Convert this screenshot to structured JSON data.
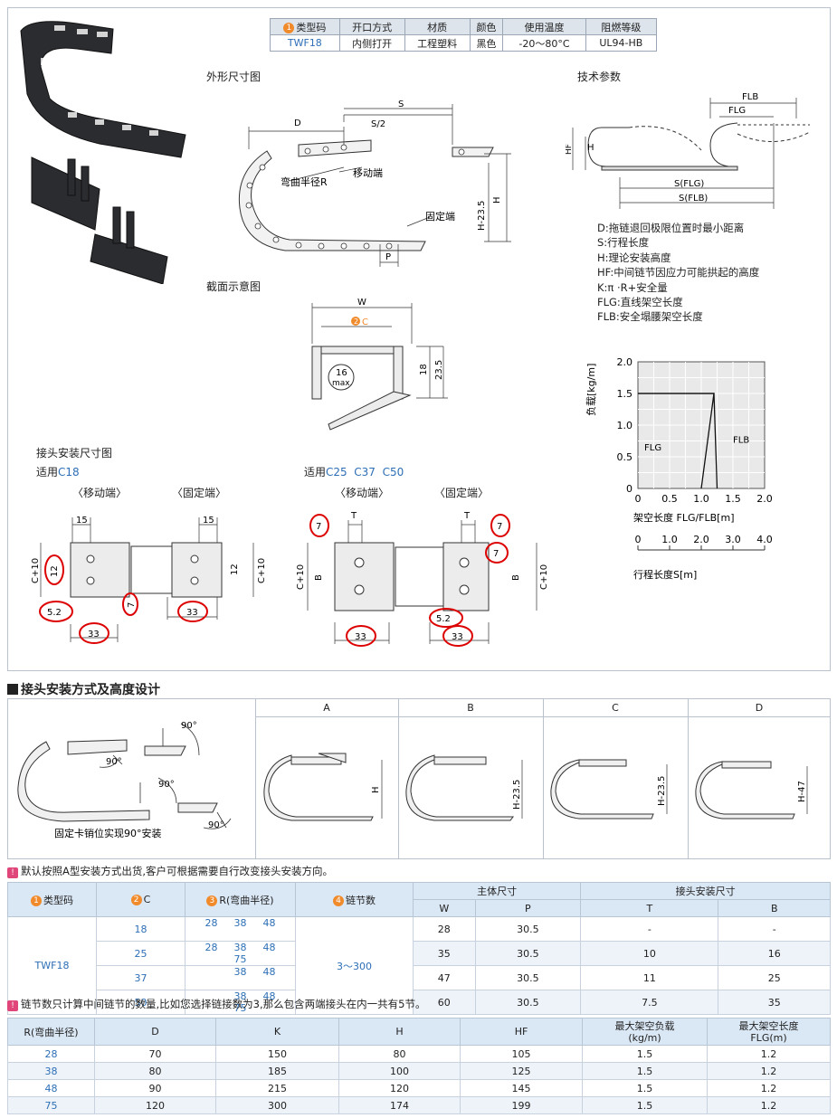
{
  "header_table": {
    "headers": [
      "类型码",
      "开口方式",
      "材质",
      "颜色",
      "使用温度",
      "阻燃等级"
    ],
    "badge": "1",
    "row": [
      "TWF18",
      "内侧打开",
      "工程塑料",
      "黑色",
      "-20～80°C",
      "UL94-HB"
    ]
  },
  "section_labels": {
    "outer_dims": "外形尺寸图",
    "tech_params": "技术参数",
    "cross_section": "截面示意图",
    "joint_dims": "接头安装尺寸图",
    "applies_c18_prefix": "适用",
    "applies_c18_value": "C18",
    "applies_c25_prefix": "适用",
    "applies_c25_value": "C25  C37  C50",
    "moving_end": "〈移动端〉",
    "fixed_end": "〈固定端〉"
  },
  "outer_drawing": {
    "D": "D",
    "S2": "S/2",
    "S": "S",
    "H": "H",
    "H235": "H-23.5",
    "P": "P",
    "bend_radius": "弯曲半径R",
    "moving_end": "移动端",
    "fixed_end": "固定端"
  },
  "tech_drawing": {
    "FLB": "FLB",
    "FLG": "FLG",
    "HF": "HF",
    "H": "H",
    "SFLG": "S(FLG)",
    "SFLB": "S(FLB)"
  },
  "params": [
    "D:拖链退回极限位置时最小距离",
    "S:行程长度",
    "H:理论安装高度",
    "HF:中间链节因应力可能拱起的高度",
    "K:π ·R+安全量",
    "FLG:直线架空长度",
    "FLB:安全塌腰架空长度"
  ],
  "cross_section": {
    "W": "W",
    "C": "C",
    "C_badge": "2",
    "max16": "16",
    "max": "max.",
    "d18": "18",
    "d235": "23.5"
  },
  "joint_c18": {
    "d15a": "15",
    "d15b": "15",
    "C10a": "C+10",
    "C10b": "C+10",
    "d12a": "12",
    "d12b": "12",
    "d52": "5.2",
    "d7": "7",
    "d33a": "33",
    "d33b": "33"
  },
  "joint_c25": {
    "T1": "T",
    "T2": "T",
    "d7a": "7",
    "d7b": "7",
    "d7c": "7",
    "C10a": "C+10",
    "C10b": "C+10",
    "B1": "B",
    "B2": "B",
    "d52": "5.2",
    "d33a": "33",
    "d33b": "33"
  },
  "chart_data": {
    "type": "line",
    "ylabel": "负载[kg/m]",
    "xlabel": "架空长度 FLG/FLB[m]",
    "x2label": "行程长度S[m]",
    "xlim": [
      0,
      2.0
    ],
    "ylim": [
      0,
      2.0
    ],
    "xticks": [
      "0",
      "0.5",
      "1.0",
      "1.5",
      "2.0"
    ],
    "yticks": [
      "0",
      "0.5",
      "1.0",
      "1.5",
      "2.0"
    ],
    "x2ticks": [
      "0",
      "1.0",
      "2.0",
      "3.0",
      "4.0"
    ],
    "grid": true,
    "series": [
      {
        "name": "FLG",
        "x": [
          0,
          1.2,
          1.0
        ],
        "y": [
          1.5,
          1.5,
          0
        ]
      },
      {
        "name": "FLB",
        "x": [
          0,
          1.2,
          1.25
        ],
        "y": [
          1.5,
          1.5,
          0
        ]
      }
    ]
  },
  "mount_section": {
    "title": "接头安装方式及高度设计",
    "caption": "固定卡销位实现90°安装",
    "angle": "90°",
    "columns": [
      "A",
      "B",
      "C",
      "D"
    ],
    "heights": [
      "H",
      "H-23.5",
      "H-23.5",
      "H-47"
    ]
  },
  "notes": {
    "note1": "默认按照A型安装方式出货,客户可根据需要自行改变接头安装方向。",
    "note2": "链节数只计算中间链节的数量,比如您选择链接数为3,那么包含两端接头在内一共有5节。"
  },
  "main_table": {
    "headers": {
      "type": "类型码",
      "c": "C",
      "r": "R(弯曲半径)",
      "links": "链节数",
      "body": "主体尺寸",
      "joint": "接头安装尺寸",
      "w": "W",
      "p": "P",
      "t": "T",
      "b": "B"
    },
    "badges": [
      "1",
      "2",
      "3",
      "4"
    ],
    "type_value": "TWF18",
    "links_value": "3～300",
    "rows": [
      {
        "c": "18",
        "r": [
          "28",
          "38",
          "48",
          ""
        ],
        "w": "28",
        "p": "30.5",
        "t": "-",
        "b": "-"
      },
      {
        "c": "25",
        "r": [
          "28",
          "38",
          "48",
          "75"
        ],
        "w": "35",
        "p": "30.5",
        "t": "10",
        "b": "16"
      },
      {
        "c": "37",
        "r": [
          "",
          "38",
          "48",
          ""
        ],
        "w": "47",
        "p": "30.5",
        "t": "11",
        "b": "25"
      },
      {
        "c": "50",
        "r": [
          "",
          "38",
          "48",
          "75"
        ],
        "w": "60",
        "p": "30.5",
        "t": "7.5",
        "b": "35"
      }
    ]
  },
  "second_table": {
    "headers": [
      "R(弯曲半径)",
      "D",
      "K",
      "H",
      "HF",
      "最大架空负载\n(kg/m)",
      "最大架空长度\nFLG(m)"
    ],
    "rows": [
      [
        "28",
        "70",
        "150",
        "80",
        "105",
        "1.5",
        "1.2"
      ],
      [
        "38",
        "80",
        "185",
        "100",
        "125",
        "1.5",
        "1.2"
      ],
      [
        "48",
        "90",
        "215",
        "120",
        "145",
        "1.5",
        "1.2"
      ],
      [
        "75",
        "120",
        "300",
        "174",
        "199",
        "1.5",
        "1.2"
      ]
    ]
  }
}
